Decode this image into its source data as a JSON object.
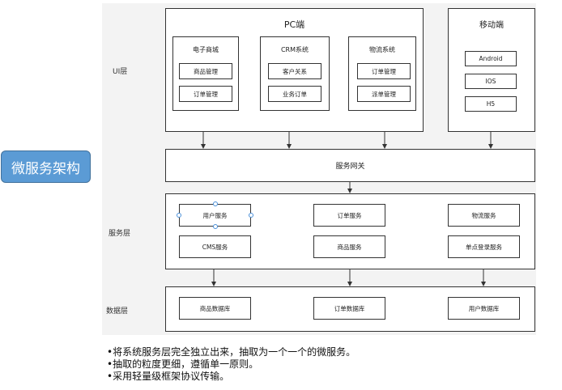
{
  "badge": "微服务架构",
  "layers": {
    "ui": "UI层",
    "service": "服务层",
    "data": "数据层"
  },
  "pc": {
    "title": "PC端",
    "groups": [
      {
        "title": "电子商城",
        "items": [
          "商品管理",
          "订单管理"
        ]
      },
      {
        "title": "CRM系统",
        "items": [
          "客户关系",
          "业务订单"
        ]
      },
      {
        "title": "物流系统",
        "items": [
          "订单管理",
          "派单管理"
        ]
      }
    ]
  },
  "mobile": {
    "title": "移动端",
    "items": [
      "Android",
      "IOS",
      "H5"
    ]
  },
  "gateway": "服务网关",
  "services": [
    "用户服务",
    "订单服务",
    "物流服务",
    "CMS服务",
    "商品服务",
    "单点登录服务"
  ],
  "databases": [
    "商品数据库",
    "订单数据库",
    "用户数据库"
  ],
  "notes": [
    "•将系统服务层完全独立出来，抽取为一个一个的微服务。",
    "•抽取的粒度更细，遵循单一原则。",
    "•采用轻量级框架协议传输。"
  ],
  "colors": {
    "badge": "#5b9bd5",
    "handle": "#4a90d9",
    "canvas": "#f3f3f3"
  }
}
